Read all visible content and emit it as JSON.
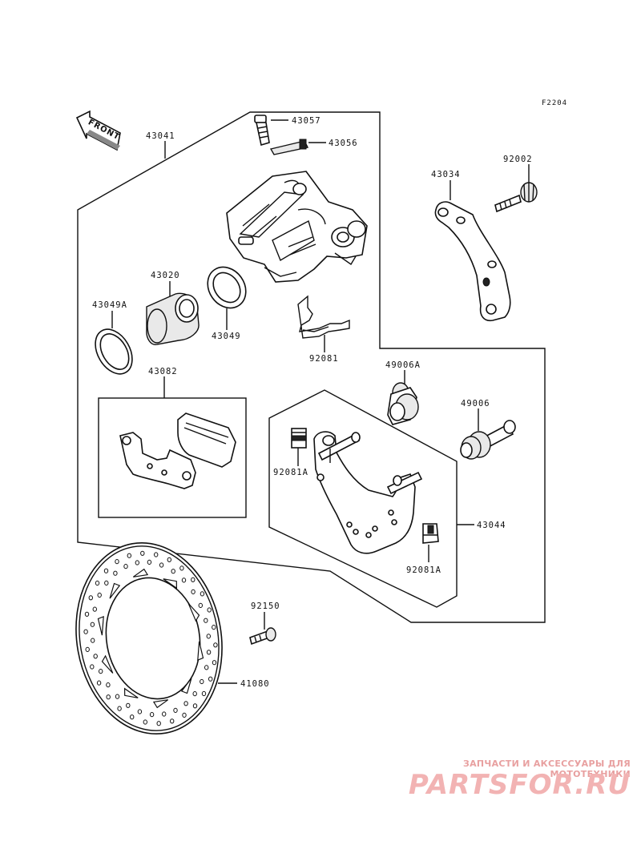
{
  "diagram_code": "F2204",
  "front_label": "FRONT",
  "parts": {
    "p43041": "43041",
    "p43057": "43057",
    "p43056": "43056",
    "p43034": "43034",
    "p92002": "92002",
    "p43020": "43020",
    "p43049A": "43049A",
    "p43049": "43049",
    "p92081": "92081",
    "p49006A": "49006A",
    "p49006": "49006",
    "p43082": "43082",
    "p92081A_left": "92081A",
    "p43044": "43044",
    "p92081A_right": "92081A",
    "p92150": "92150",
    "p41080": "41080"
  },
  "watermark": {
    "tagline": "ЗАПЧАСТИ И АКСЕССУАРЫ ДЛЯ МОТОТЕХНИКИ",
    "brand": "PARTSFOR.RU"
  }
}
